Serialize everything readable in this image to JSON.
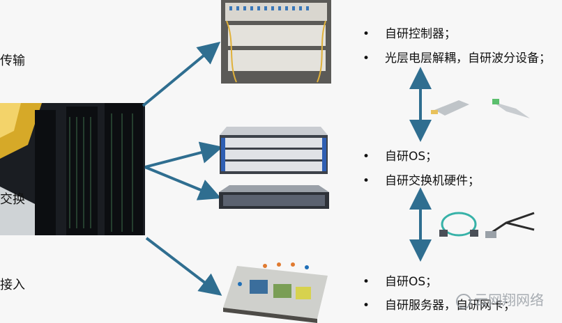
{
  "labels": {
    "transport": "传输",
    "switching": "交换",
    "access": "接入"
  },
  "bullets": {
    "transport": [
      "自研控制器；",
      "光层电层解耦，自研波分设备；"
    ],
    "switching": [
      "自研OS；",
      "自研交换机硬件；"
    ],
    "access": [
      "自研OS；",
      "自研服务器，自研网卡；"
    ]
  },
  "bullet_mark": "•",
  "watermark": "云网翔网络",
  "colors": {
    "arrow": "#2f6e90",
    "background": "#f7f7f7"
  }
}
